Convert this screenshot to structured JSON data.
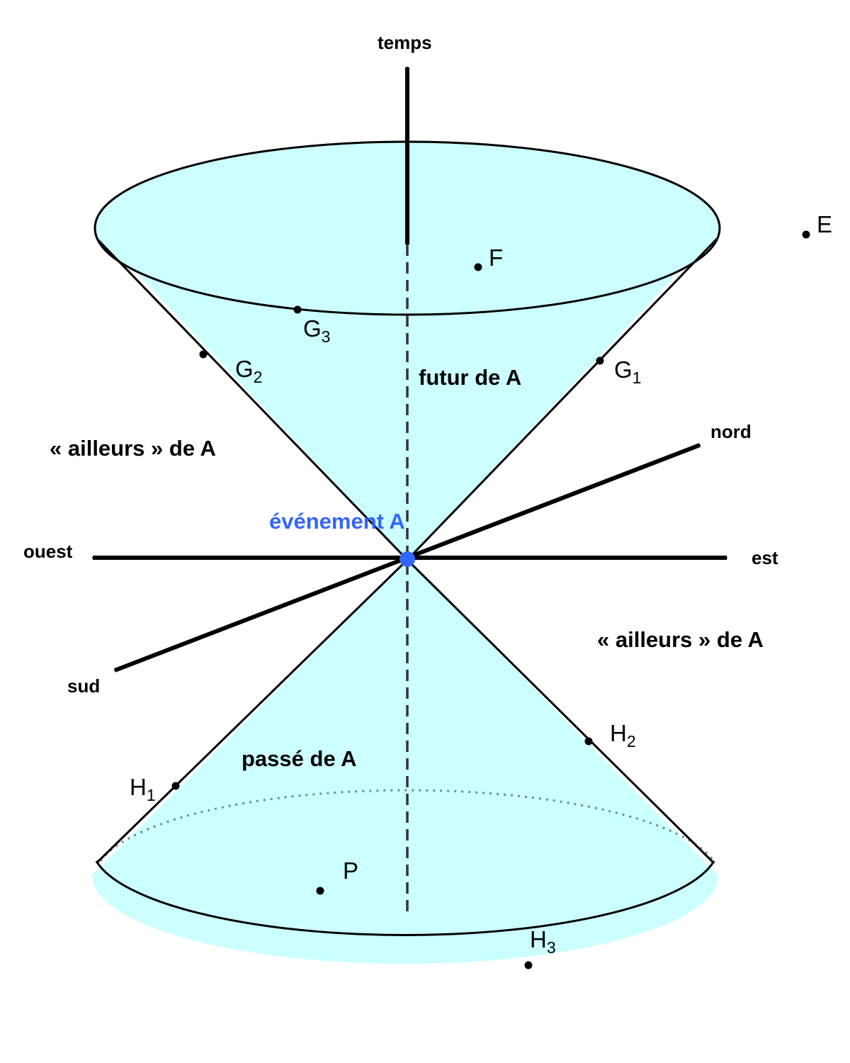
{
  "colors": {
    "cone_fill": "#ccffff",
    "line": "#000000",
    "event": "#3366ff"
  },
  "axes": {
    "time": "temps",
    "north": "nord",
    "south": "sud",
    "east": "est",
    "west": "ouest"
  },
  "regions": {
    "future": "futur de A",
    "past": "passé de A",
    "elsewhere_left": "« ailleurs » de A",
    "elsewhere_right": "« ailleurs » de A"
  },
  "event": {
    "label": "événement A"
  },
  "points": {
    "E": "E",
    "F": "F",
    "P": "P",
    "G1": {
      "base": "G",
      "sub": "1"
    },
    "G2": {
      "base": "G",
      "sub": "2"
    },
    "G3": {
      "base": "G",
      "sub": "3"
    },
    "H1": {
      "base": "H",
      "sub": "1"
    },
    "H2": {
      "base": "H",
      "sub": "2"
    },
    "H3": {
      "base": "H",
      "sub": "3"
    }
  }
}
